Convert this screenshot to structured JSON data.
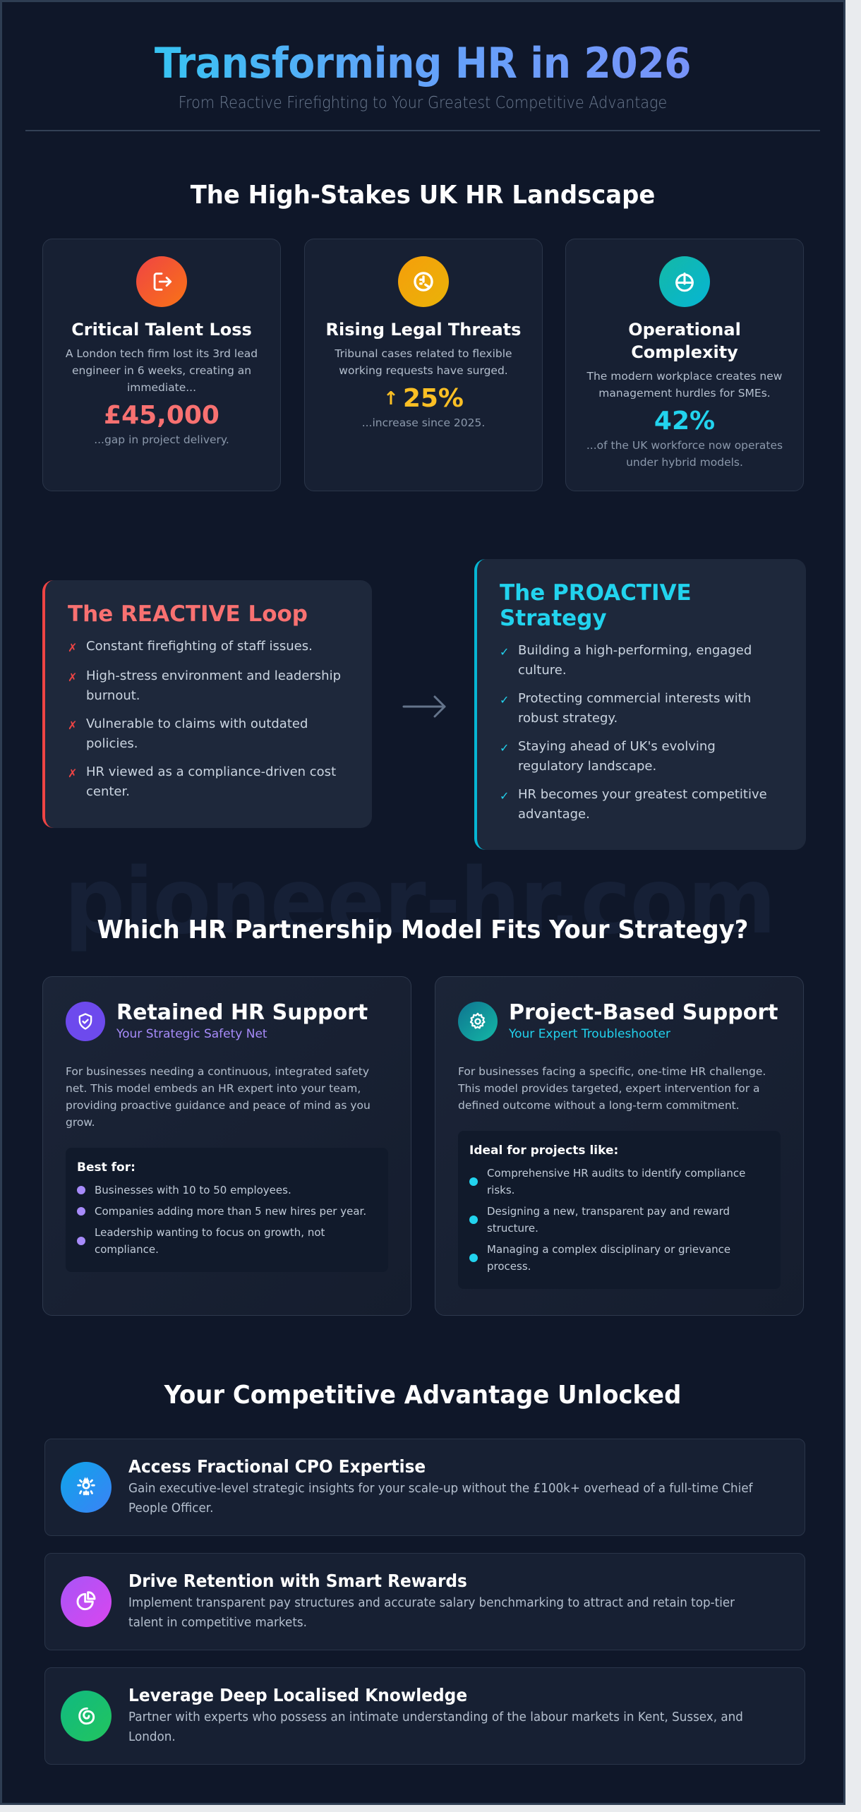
{
  "header": {
    "title": "Transforming HR in 2026",
    "subtitle": "From Reactive Firefighting to Your Greatest Competitive Advantage"
  },
  "landscape": {
    "heading": "The High-Stakes UK HR Landscape",
    "cards": [
      {
        "icon": "exit-door-icon",
        "icon_colors": [
          "#ef4444",
          "#f97316"
        ],
        "title": "Critical Talent Loss",
        "description": "A London tech firm lost its 3rd lead engineer in 6 weeks, creating an immediate...",
        "value": "£45,000",
        "value_color": "#f87171",
        "note": "...gap in project delivery."
      },
      {
        "icon": "legal-threat-icon",
        "icon_colors": [
          "#f59e0b",
          "#eab308"
        ],
        "title": "Rising Legal Threats",
        "description": "Tribunal cases related to flexible working requests have surged.",
        "value_prefix": "↑",
        "value": "25%",
        "value_color": "#fbbf24",
        "note": "...increase since 2025."
      },
      {
        "icon": "globe-plus-icon",
        "icon_colors": [
          "#14b8a6",
          "#06b6d4"
        ],
        "title": "Operational Complexity",
        "description": "The modern workplace creates new management hurdles for SMEs.",
        "value": "42%",
        "value_color": "#22d3ee",
        "note": "...of the UK workforce now operates under hybrid models."
      }
    ]
  },
  "comparison": {
    "reactive": {
      "title": "The REACTIVE Loop",
      "color": "#f87171",
      "border_color": "#ef4444",
      "mark": "✗",
      "items": [
        "Constant firefighting of staff issues.",
        "High-stress environment and leadership burnout.",
        "Vulnerable to claims with outdated policies.",
        "HR viewed as a compliance-driven cost center."
      ]
    },
    "arrow": "→",
    "proactive": {
      "title": "The PROACTIVE Strategy",
      "color": "#22d3ee",
      "border_color": "#06b6d4",
      "mark": "✓",
      "items": [
        "Building a high-performing, engaged culture.",
        "Protecting commercial interests with robust strategy.",
        "Staying ahead of UK's evolving regulatory landscape.",
        "HR becomes your greatest competitive advantage."
      ]
    }
  },
  "watermark": "pioneer-hr.com",
  "models": {
    "heading": "Which HR Partnership Model Fits Your Strategy?",
    "cards": [
      {
        "icon": "shield-check-icon",
        "icon_color": "#6d4aed",
        "title": "Retained HR Support",
        "subtitle": "Your Strategic Safety Net",
        "subtitle_color": "#a78bfa",
        "description": "For businesses needing a continuous, integrated safety net. This model embeds an HR expert into your team, providing proactive guidance and peace of mind as you grow.",
        "box_title": "Best for:",
        "bullet_color": "#a78bfa",
        "bullets": [
          "Businesses with 10 to 50 employees.",
          "Companies adding more than 5 new hires per year.",
          "Leadership wanting to focus on growth, not compliance."
        ]
      },
      {
        "icon": "gear-icon",
        "icon_color": "#0e9aa7",
        "title": "Project-Based Support",
        "subtitle": "Your Expert Troubleshooter",
        "subtitle_color": "#22d3ee",
        "description": "For businesses facing a specific, one-time HR challenge. This model provides targeted, expert intervention for a defined outcome without a long-term commitment.",
        "box_title": "Ideal for projects like:",
        "bullet_color": "#22d3ee",
        "bullets": [
          "Comprehensive HR audits to identify compliance risks.",
          "Designing a new, transparent pay and reward structure.",
          "Managing a complex disciplinary or grievance process."
        ]
      }
    ]
  },
  "advantages": {
    "heading": "Your Competitive Advantage Unlocked",
    "items": [
      {
        "icon": "lightbulb-icon",
        "icon_colors": [
          "#0ea5e9",
          "#3b82f6"
        ],
        "title": "Access Fractional CPO Expertise",
        "description": "Gain executive-level strategic insights for your scale-up without the £100k+ overhead of a full-time Chief People Officer."
      },
      {
        "icon": "pie-chart-icon",
        "icon_colors": [
          "#a855f7",
          "#d946ef"
        ],
        "title": "Drive Retention with Smart Rewards",
        "description": "Implement transparent pay structures and accurate salary benchmarking to attract and retain top-tier talent in competitive markets."
      },
      {
        "icon": "location-swirl-icon",
        "icon_colors": [
          "#10b981",
          "#22c55e"
        ],
        "title": "Leverage Deep Localised Knowledge",
        "description": "Partner with experts who possess an intimate understanding of the labour markets in Kent, Sussex, and London."
      }
    ]
  }
}
